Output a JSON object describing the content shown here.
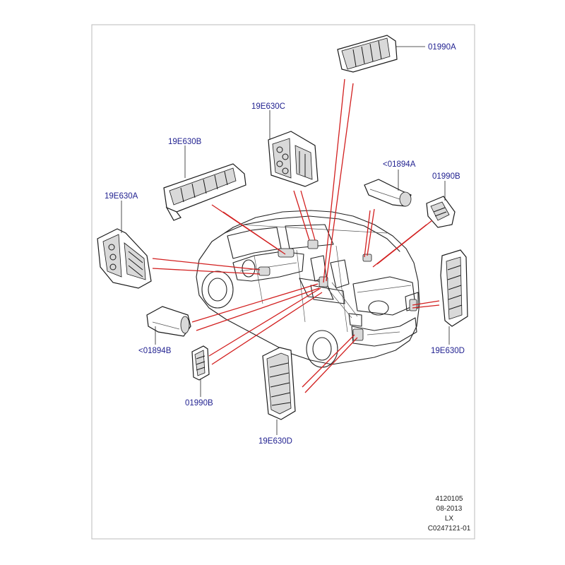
{
  "diagram": {
    "callouts": {
      "c1": "01990A",
      "c2": "19E630C",
      "c3": "19E630B",
      "c4": "<01894A",
      "c5": "01990B",
      "c6": "19E630A",
      "c7": "19E630D",
      "c8": "<01894B",
      "c9": "01990B",
      "c10": "19E630D"
    },
    "footer": {
      "line1": "4120105",
      "line2": "08-2013",
      "line3": "LX",
      "line4": "C0247121-01"
    },
    "colors": {
      "callout_text": "#1f1f8f",
      "leader_lines": "#d21f1f",
      "frame": "#bbbbbb"
    }
  }
}
